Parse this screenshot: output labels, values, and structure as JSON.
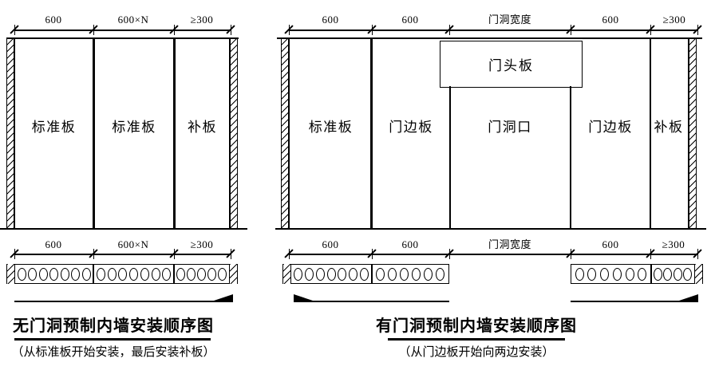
{
  "drawing": {
    "left": {
      "title": "无门洞预制内墙安装顺序图",
      "caption": "（从标准板开始安装，最后安装补板）",
      "dims_top": [
        "600",
        "600×N",
        "≥300"
      ],
      "dims_bottom": [
        "600",
        "600×N",
        "≥300"
      ],
      "panels": [
        "标准板",
        "标准板",
        "补板"
      ],
      "plan_circle_counts": [
        7,
        7,
        5
      ],
      "arrow_direction": "right"
    },
    "right": {
      "title": "有门洞预制内墙安装顺序图",
      "caption": "（从门边板开始向两边安装）",
      "dims_top": [
        "600",
        "600",
        "门洞宽度",
        "600",
        "≥300"
      ],
      "dims_bottom": [
        "600",
        "600",
        "门洞宽度",
        "600",
        "≥300"
      ],
      "panels": [
        "标准板",
        "门边板",
        "门洞口",
        "门边板",
        "补板"
      ],
      "door_head_label": "门头板",
      "plan_left_circle_counts": [
        7,
        6
      ],
      "plan_right_circle_counts": [
        6,
        4
      ],
      "arrow_directions": [
        "left",
        "right"
      ]
    },
    "colors": {
      "line": "#000000",
      "background": "#ffffff"
    }
  }
}
